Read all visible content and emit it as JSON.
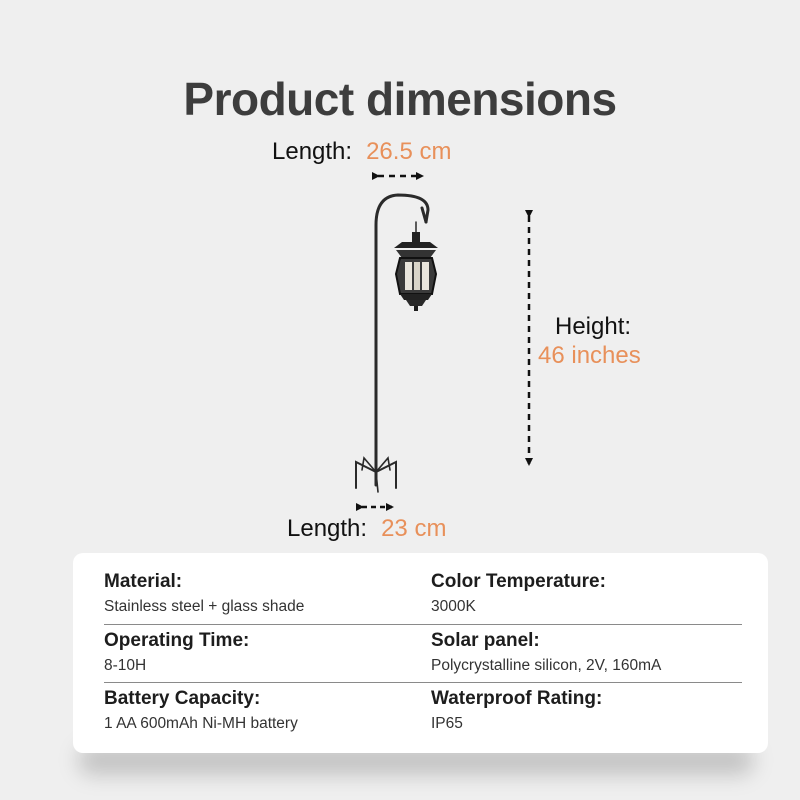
{
  "title": "Product dimensions",
  "top_length": {
    "label": "Length:",
    "value": "26.5 cm"
  },
  "bottom_length": {
    "label": "Length:",
    "value": "23 cm"
  },
  "height": {
    "label": "Height:",
    "value": "46 inches"
  },
  "specs": [
    {
      "label": "Material:",
      "value": "Stainless steel + glass shade"
    },
    {
      "label": "Color Temperature:",
      "value": "3000K"
    },
    {
      "label": "Operating Time:",
      "value": "8-10H"
    },
    {
      "label": "Solar panel:",
      "value": "Polycrystalline silicon, 2V, 160mA"
    },
    {
      "label": "Battery Capacity:",
      "value": "1 AA 600mAh Ni-MH battery"
    },
    {
      "label": "Waterproof Rating:",
      "value": "IP65"
    }
  ],
  "colors": {
    "accent": "#e8905a",
    "background": "#efefef",
    "card": "#ffffff",
    "title": "#3d3d3d"
  }
}
